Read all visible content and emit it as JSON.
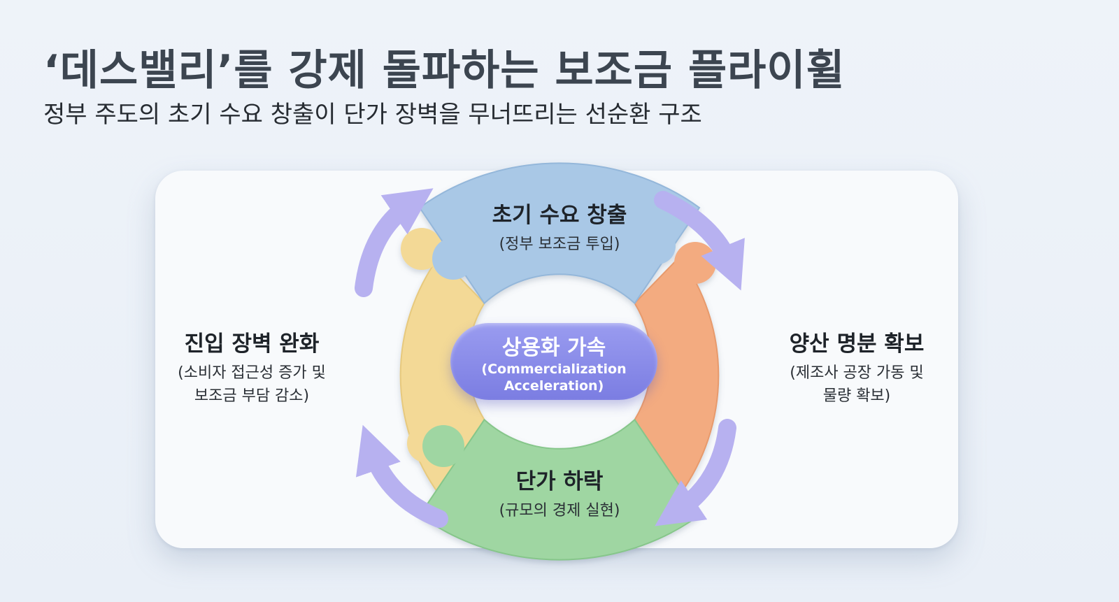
{
  "title": "‘데스밸리’를 강제 돌파하는 보조금 플라이휠",
  "subtitle": "정부 주도의 초기 수요 창출이 단가 장벽을 무너뜨리는 선순환 구조",
  "center": {
    "title": "상용화 가속",
    "sub_line1": "(Commercialization",
    "sub_line2": "Acceleration)"
  },
  "segments": {
    "top": {
      "title": "초기 수요 창출",
      "desc": "(정부 보조금 투입)",
      "color": "#a9c8e6"
    },
    "right": {
      "title": "양산 명분 확보",
      "desc_line1": "(제조사 공장 가동 및",
      "desc_line2": "물량 확보)",
      "color": "#f3ab80"
    },
    "bottom": {
      "title": "단가 하락",
      "desc": "(규모의 경제 실현)",
      "color": "#9fd6a2"
    },
    "left": {
      "title": "진입 장벽 완화",
      "desc_line1": "(소비자 접근성 증가 및",
      "desc_line2": "보조금 부담 감소)",
      "color": "#f3d996"
    }
  },
  "colors": {
    "arrow": "#b7b1f0",
    "pill": "#8587e8"
  },
  "icons": [
    "cycle-arrow-icon"
  ]
}
